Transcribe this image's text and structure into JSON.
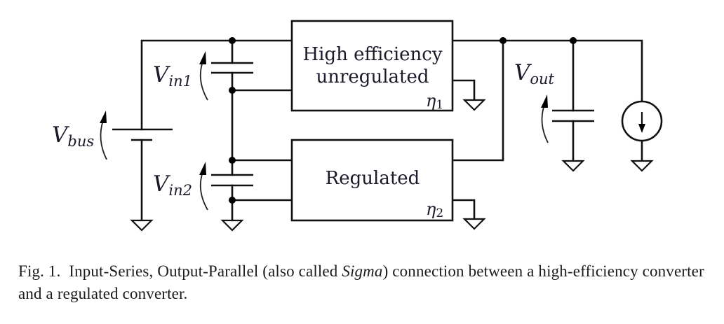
{
  "figure": {
    "blocks": {
      "converter1": {
        "line1": "High efficiency",
        "line2": "unregulated",
        "efficiency_symbol": "η",
        "efficiency_index": "1"
      },
      "converter2": {
        "line1": "Regulated",
        "efficiency_symbol": "η",
        "efficiency_index": "2"
      }
    },
    "labels": {
      "vbus": {
        "main": "V",
        "sub": "bus"
      },
      "vin1": {
        "main": "V",
        "sub": "in1"
      },
      "vin2": {
        "main": "V",
        "sub": "in2"
      },
      "vout": {
        "main": "V",
        "sub": "out"
      }
    },
    "components": [
      "dc-bus-source",
      "input-capacitor-1",
      "input-capacitor-2",
      "high-efficiency-unregulated-converter",
      "regulated-converter",
      "output-capacitor",
      "load-current-source",
      "ground-symbols"
    ]
  },
  "caption": {
    "prefix": "Fig. 1.",
    "text_before_italic": "Input-Series, Output-Parallel (also called ",
    "italic": "Sigma",
    "text_after_italic": ") connection between a high-efficiency converter and a regulated converter."
  }
}
